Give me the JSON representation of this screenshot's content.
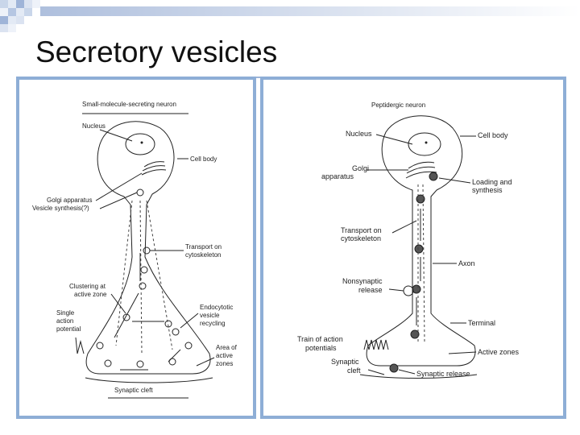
{
  "slide": {
    "title": "Secretory vesicles",
    "accent_color": "#8eaed6"
  },
  "left_diagram": {
    "heading": "Small-molecule-secreting neuron",
    "labels": {
      "nucleus": "Nucleus",
      "cell_body": "Cell body",
      "golgi": "Golgi apparatus",
      "vesicle_synthesis": "Vesicle synthesis(?)",
      "transport_1": "Transport on",
      "transport_2": "cytoskeleton",
      "clustering_1": "Clustering at",
      "clustering_2": "active zone",
      "single_1": "Single",
      "single_2": "action",
      "single_3": "potential",
      "endo_1": "Endocytotic",
      "endo_2": "vesicle",
      "endo_3": "recycling",
      "area_1": "Area of",
      "area_2": "active",
      "area_3": "zones",
      "cleft": "Synaptic cleft"
    }
  },
  "right_diagram": {
    "heading": "Peptidergic neuron",
    "labels": {
      "nucleus": "Nucleus",
      "cell_body": "Cell body",
      "golgi_1": "Golgi",
      "golgi_2": "apparatus",
      "loading_1": "Loading and",
      "loading_2": "synthesis",
      "transport_1": "Transport on",
      "transport_2": "cytoskeleton",
      "axon": "Axon",
      "nonsyn_1": "Nonsynaptic",
      "nonsyn_2": "release",
      "terminal": "Terminal",
      "train_1": "Train of action",
      "train_2": "potentials",
      "active_zones": "Active zones",
      "cleft_1": "Synaptic",
      "cleft_2": "cleft",
      "release": "Synaptic release"
    }
  }
}
